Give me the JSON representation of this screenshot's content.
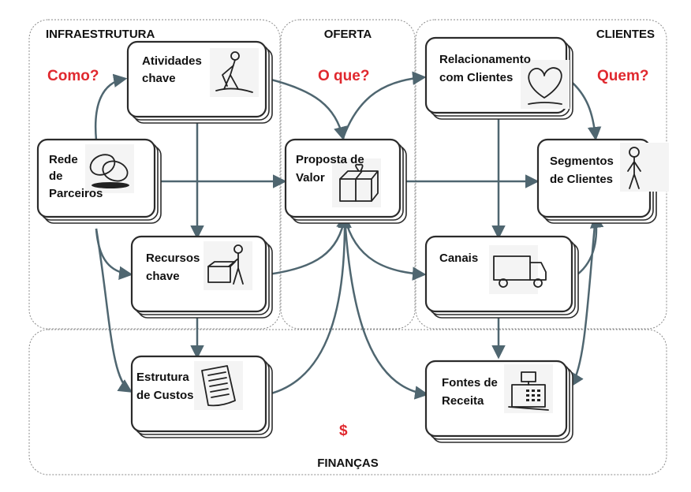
{
  "regions": {
    "infra": "INFRAESTRUTURA",
    "oferta": "OFERTA",
    "clientes": "CLIENTES",
    "financas": "FINANÇAS"
  },
  "questions": {
    "como": "Como?",
    "oque": "O que?",
    "quem": "Quem?",
    "dinheiro": "$"
  },
  "blocks": {
    "atividades": [
      "Atividades",
      "chave"
    ],
    "rede": [
      "Rede",
      "de",
      "Parceiros"
    ],
    "recursos": [
      "Recursos",
      "chave"
    ],
    "custos": [
      "Estrutura",
      "de Custos"
    ],
    "proposta": [
      "Proposta de",
      "Valor"
    ],
    "relacionamento": [
      "Relacionamento",
      "com Clientes"
    ],
    "segmentos": [
      "Segmentos",
      "de Clientes"
    ],
    "canais": [
      "Canais"
    ],
    "receita": [
      "Fontes de",
      "Receita"
    ]
  },
  "colors": {
    "question": "#e0282e",
    "arrow": "#4f6670",
    "border": "#2b2b2b",
    "region": "#8a8a8a"
  },
  "icons": {
    "atividades": "person-working-icon",
    "rede": "linked-rings-icon",
    "recursos": "person-with-crate-icon",
    "custos": "receipt-scroll-icon",
    "proposta": "gift-box-icon",
    "relacionamento": "heart-icon",
    "segmentos": "standing-person-icon",
    "canais": "delivery-truck-icon",
    "receita": "cash-register-icon"
  }
}
